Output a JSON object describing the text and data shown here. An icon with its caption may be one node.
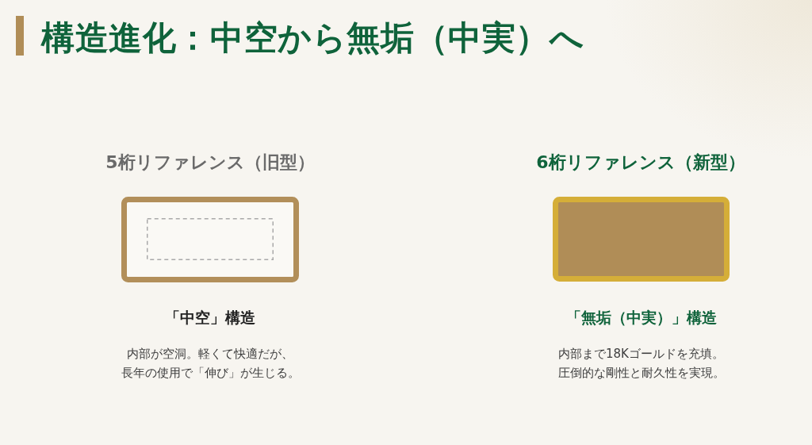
{
  "diagram": {
    "title": "構造進化：中空から無垢（中実）へ",
    "nodes": [
      {
        "text": [
          "5桁リファレンス（旧型）"
        ],
        "beside": [
          "「中空」構造",
          "内部が空洞。軽くて快適だが、長年の使用で「伸び」が生じる。"
        ]
      },
      {
        "text": [
          "6桁リファレンス（新型）"
        ],
        "beside": [
          "「無垢（中実）」構造",
          "内部まで18Kゴールドを充填。圧倒的な剛性と耐久性を実現。"
        ]
      }
    ]
  }
}
